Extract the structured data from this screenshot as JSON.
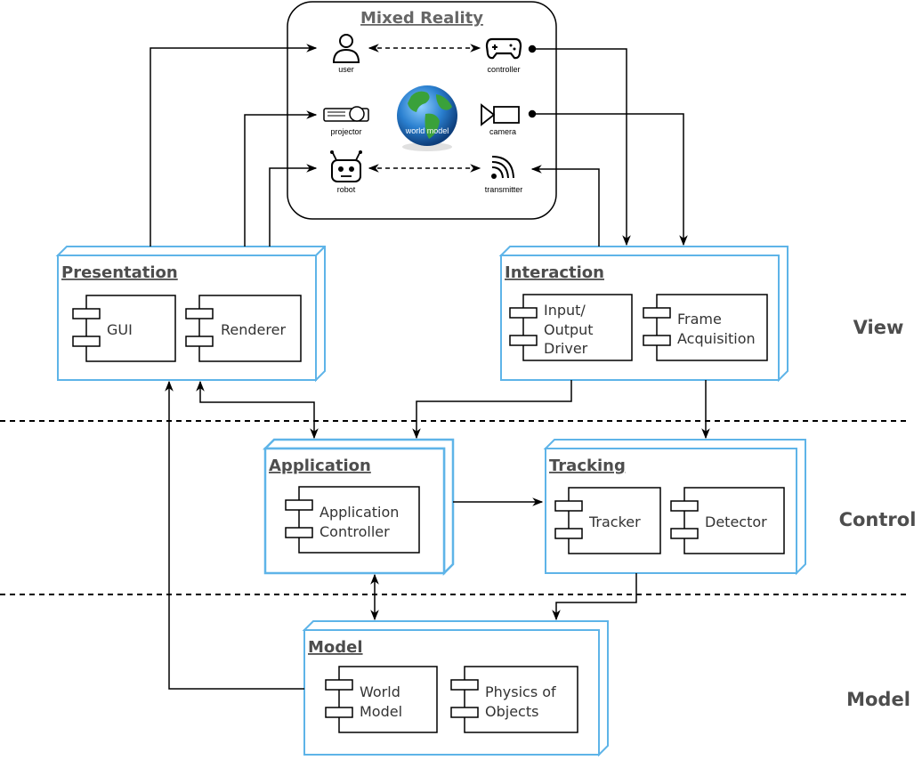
{
  "mixed_reality": {
    "title": "Mixed Reality",
    "icons": {
      "user": "user",
      "controller": "controller",
      "projector": "projector",
      "world_model": "world model",
      "camera": "camera",
      "robot": "robot",
      "transmitter": "transmitter"
    }
  },
  "presentation": {
    "title": "Presentation",
    "components": [
      "GUI",
      "Renderer"
    ]
  },
  "interaction": {
    "title": "Interaction",
    "input_driver": [
      "Input/",
      "Output",
      "Driver"
    ],
    "frame_acquisition": [
      "Frame",
      "Acquisition"
    ]
  },
  "application": {
    "title": "Application",
    "controller": [
      "Application",
      "Controller"
    ]
  },
  "tracking": {
    "title": "Tracking",
    "components": [
      "Tracker",
      "Detector"
    ]
  },
  "model": {
    "title": "Model",
    "world_model": [
      "World",
      "Model"
    ],
    "physics": [
      "Physics of",
      "Objects"
    ]
  },
  "layers": {
    "view": "View",
    "control": "Control",
    "model": "Model"
  },
  "colors": {
    "node_border": "#5eb4e8",
    "text": "#4d4d4d",
    "line": "#000000"
  }
}
